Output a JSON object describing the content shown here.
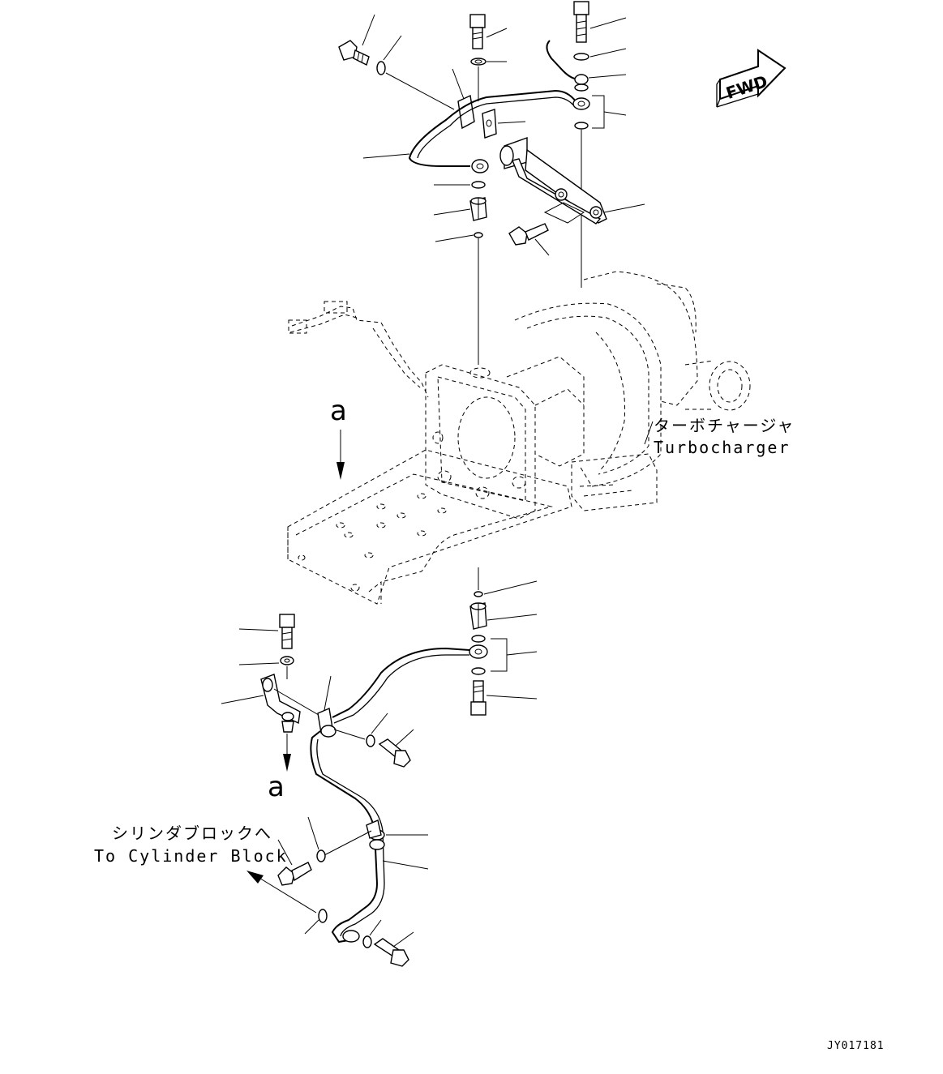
{
  "fwd_label": "FWD",
  "turbocharger": {
    "ja": "ターボチャージャ",
    "en": "Turbocharger"
  },
  "cylinder_block": {
    "ja": "シリンダブロックへ",
    "en": "To Cylinder Block"
  },
  "view_marker_top": "a",
  "view_marker_bottom": "a",
  "drawing_number": "JY017181"
}
